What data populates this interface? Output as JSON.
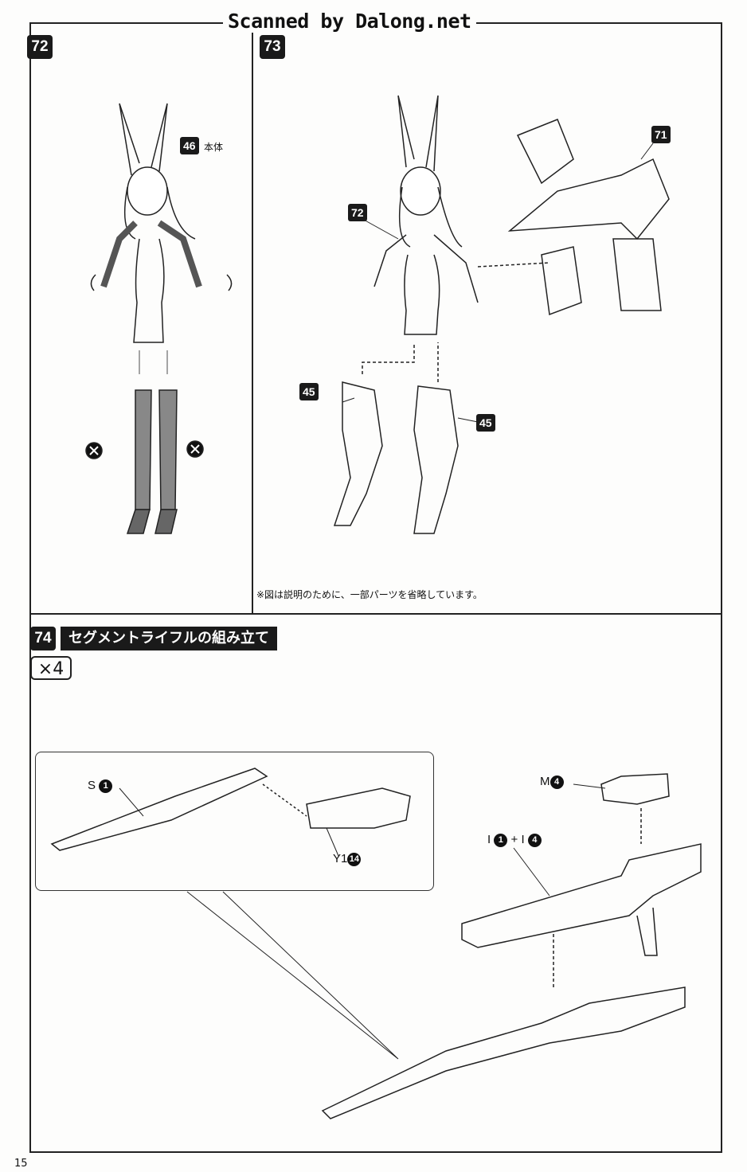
{
  "watermark": "Scanned by Dalong.net",
  "steps": {
    "s72": {
      "number": "72",
      "part_label": "46",
      "part_name": "本体"
    },
    "s73": {
      "number": "73",
      "labels": {
        "a": "72",
        "b": "71",
        "c": "45",
        "d": "45"
      },
      "note": "※図は説明のために、一部パーツを省略しています。"
    },
    "s74": {
      "number": "74",
      "title": "セグメントライフルの組み立て",
      "multiplier": "×4",
      "parts": {
        "s": {
          "letter": "S",
          "num": "1"
        },
        "y": {
          "letter": "Y1",
          "num": "14"
        },
        "m": {
          "letter": "M",
          "num": "4"
        },
        "i": {
          "letter": "I",
          "num1": "1",
          "plus": "+ I",
          "num2": "4"
        }
      }
    }
  },
  "page_number": "15"
}
